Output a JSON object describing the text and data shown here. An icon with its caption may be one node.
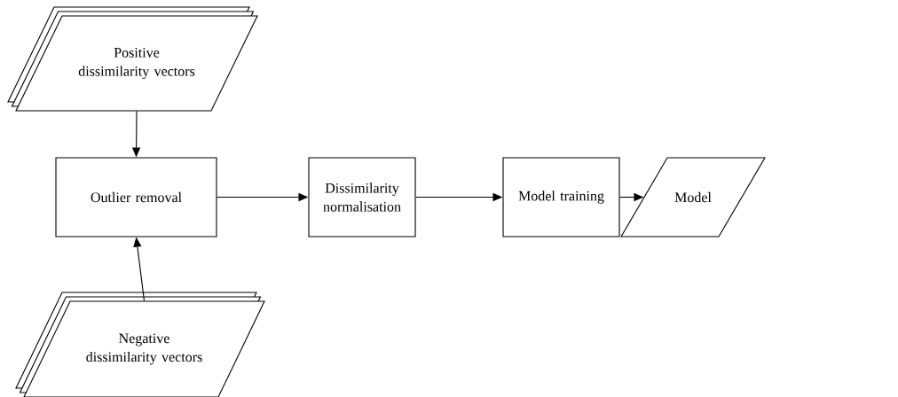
{
  "diagram": {
    "nodes": [
      {
        "text": [
          "Positive dissimilarity vectors"
        ]
      },
      {
        "text": [
          "Outlier removal"
        ]
      },
      {
        "text": [
          "Dissimilarity normalisation"
        ]
      },
      {
        "text": [
          "Model training"
        ]
      },
      {
        "text": [
          "Model"
        ]
      },
      {
        "text": [
          "Negative dissimilarity vectors"
        ]
      }
    ],
    "edges": [
      {
        "from": 0,
        "to": 1,
        "arrow": "to"
      },
      {
        "from": 5,
        "to": 1,
        "arrow": "to"
      },
      {
        "from": 1,
        "to": 2,
        "arrow": "to"
      },
      {
        "from": 2,
        "to": 3,
        "arrow": "to"
      },
      {
        "from": 3,
        "to": 4,
        "arrow": "to"
      }
    ]
  }
}
